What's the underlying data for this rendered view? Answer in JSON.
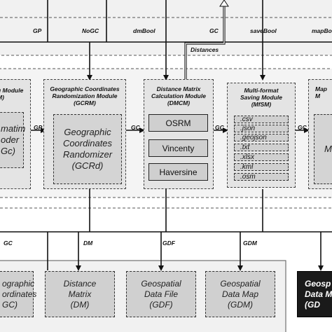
{
  "flow_labels": {
    "gp_top": "GP",
    "nogc": "NoGC",
    "dmbool": "dmBool",
    "gc_top": "GC",
    "distances": "Distances",
    "savebool": "saveBool",
    "mapbool": "mapBoo",
    "gp_mid": "GP",
    "gc_mid1": "GC",
    "gc_mid2": "GC",
    "gc_mid3": "GC",
    "gc_bottom": "GC",
    "dm_bottom": "DM",
    "gdf_bottom": "GDF",
    "gdm_bottom": "GDM"
  },
  "geocoding_module": {
    "title_line1": "g Module",
    "title_line2": "M)",
    "inner_line1": "matim",
    "inner_line2": "oder",
    "inner_line3": "Gc)"
  },
  "gcrm": {
    "title_line1": "Geographic Coordinates",
    "title_line2": "Randomization Module",
    "title_line3": "(GCRM)",
    "inner_line1": "Geographic",
    "inner_line2": "Coordinates",
    "inner_line3": "Randomizer",
    "inner_line4": "(GCRd)"
  },
  "dmcm": {
    "title_line1": "Distance Matrix",
    "title_line2": "Calculation Module",
    "title_line3": "(DMCM)",
    "methods": [
      "OSRM",
      "Vincenty",
      "Haversine"
    ]
  },
  "mfsm": {
    "title_line1": "Multi-format",
    "title_line2": "Saving Module",
    "title_line3": "(MfSM)",
    "formats": [
      ".csv",
      ".json",
      ".geojson",
      ".txt",
      ".xlsx",
      ".kml",
      ".osm"
    ]
  },
  "map_module": {
    "title_line1": "Map",
    "title_line2": "M",
    "inner_line1": "M"
  },
  "outputs": {
    "coords_line1": "ographic",
    "coords_line2": "ordinates",
    "coords_line3": "GC)",
    "dm_line1": "Distance",
    "dm_line2": "Matrix",
    "dm_line3": "(DM)",
    "gdf_line1": "Geospatial",
    "gdf_line2": "Data File",
    "gdf_line3": "(GDF)",
    "gdm_line1": "Geospatial",
    "gdm_line2": "Data Map",
    "gdm_line3": "(GDM)",
    "black_line1": "Geosp",
    "black_line2": "Data M",
    "black_line3": "(GD"
  }
}
